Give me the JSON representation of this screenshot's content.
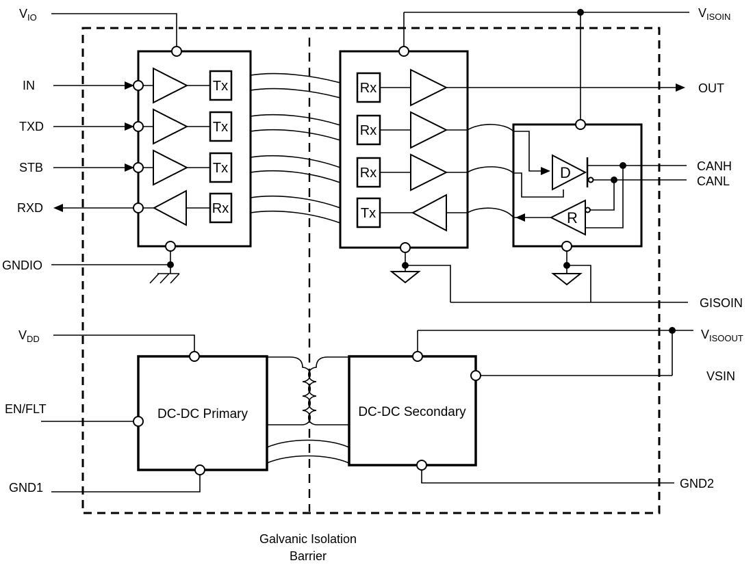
{
  "pins": {
    "vio": {
      "base": "V",
      "sub": "IO"
    },
    "in": "IN",
    "txd": "TXD",
    "stb": "STB",
    "rxd": "RXD",
    "gndio": "GNDIO",
    "vdd": {
      "base": "V",
      "sub": "DD"
    },
    "enflt": "EN/FLT",
    "gnd1": "GND1",
    "visoin": {
      "base": "V",
      "sub": "ISOIN"
    },
    "out": "OUT",
    "canh": "CANH",
    "canl": "CANL",
    "gisoin": "GISOIN",
    "visoout": {
      "base": "V",
      "sub": "ISOOUT"
    },
    "vsin": "VSIN",
    "gnd2": "GND2"
  },
  "blocks": {
    "tx_label": "Tx",
    "rx_label": "Rx",
    "driver_label": "D",
    "receiver_label": "R",
    "dcdc_primary": "DC-DC Primary",
    "dcdc_secondary": "DC-DC Secondary"
  },
  "caption": {
    "line1": "Galvanic Isolation",
    "line2": "Barrier"
  },
  "colors": {
    "line": "#000000",
    "text": "#000000",
    "background": "#ffffff"
  }
}
